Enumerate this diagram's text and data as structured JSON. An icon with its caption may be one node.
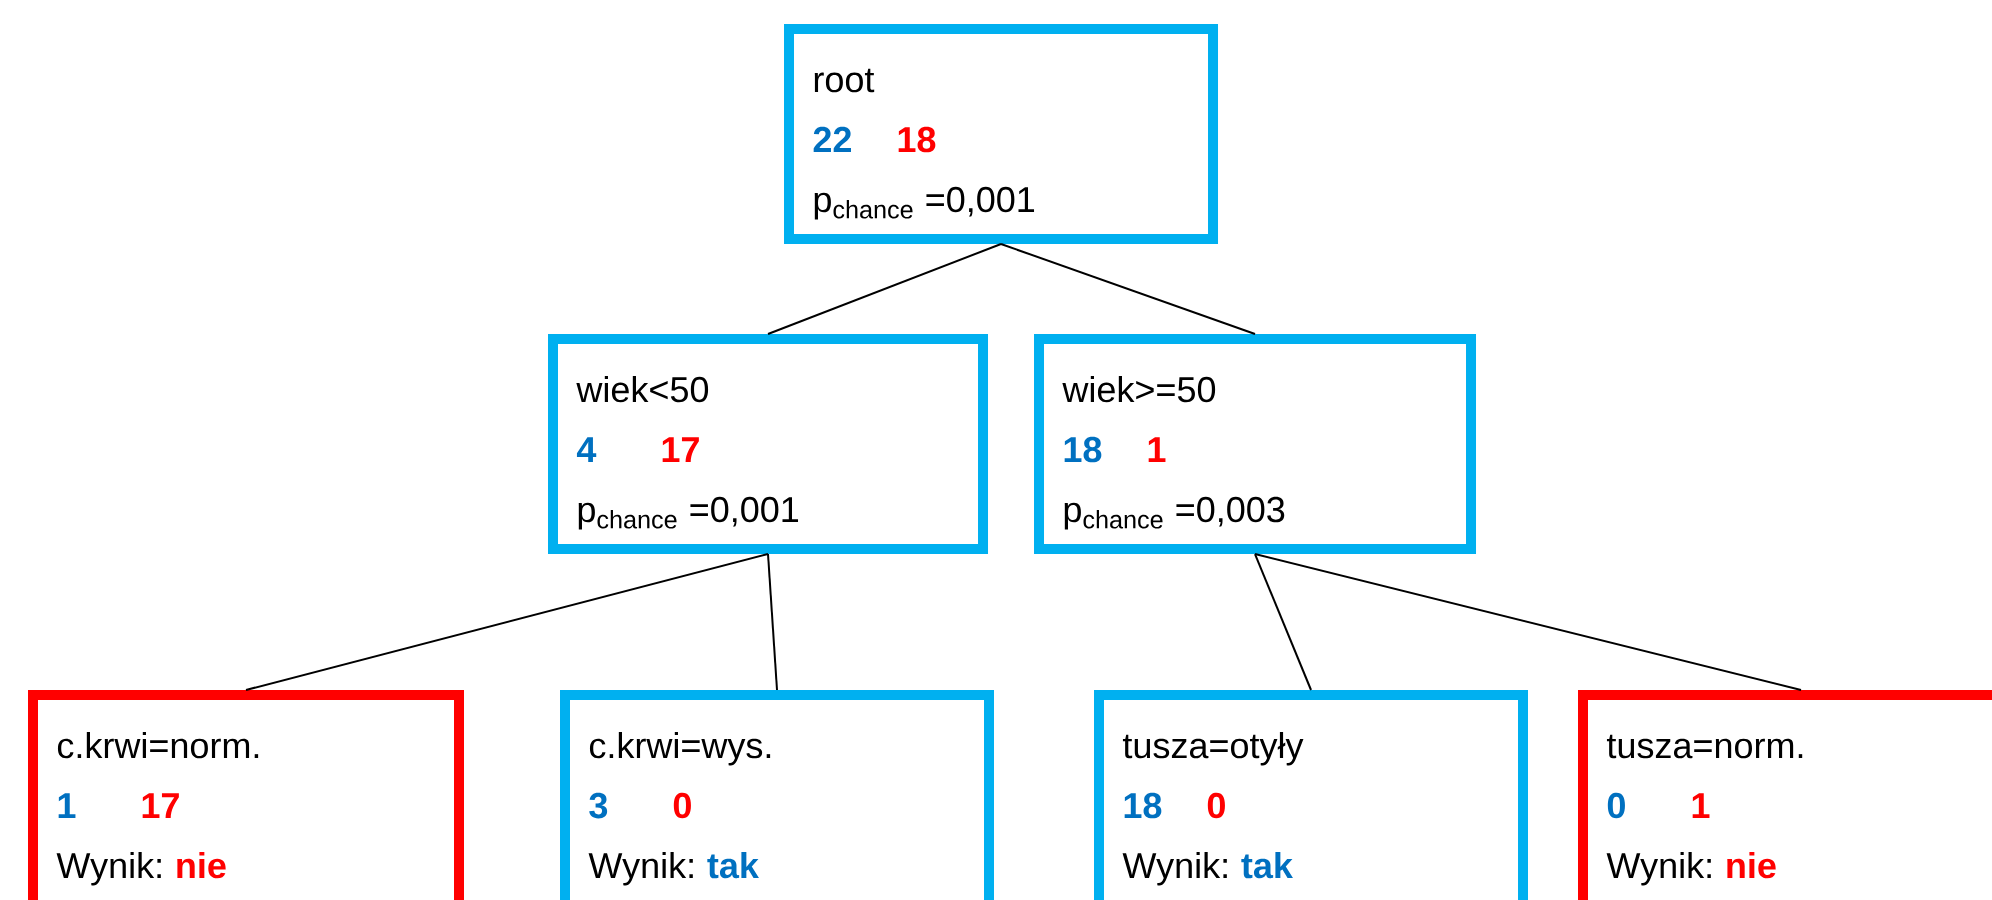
{
  "diagram": {
    "nodes": [
      {
        "text": [
          "root",
          "22",
          "18",
          "p$_{chance}$ =0,001"
        ]
      },
      {
        "text": [
          "wiek<50",
          "4",
          "17",
          "p$_{chance}$ =0,001"
        ]
      },
      {
        "text": [
          "wiek>=50",
          "18",
          "1",
          "p$_{chance}$ =0,003"
        ]
      },
      {
        "text": [
          "c.krwi=norm.",
          "1",
          "17",
          "Wynik:",
          "nie"
        ]
      },
      {
        "text": [
          "c.krwi=wys.",
          "3",
          "0",
          "Wynik:",
          "tak"
        ]
      },
      {
        "text": [
          "tusza=otyły",
          "18",
          "0",
          "Wynik:",
          "tak"
        ]
      },
      {
        "text": [
          "tusza=norm.",
          "0",
          "1",
          "Wynik:",
          "nie"
        ]
      }
    ],
    "edges": [
      {
        "from": 0,
        "to": 1,
        "arrow": "none"
      },
      {
        "from": 0,
        "to": 2,
        "arrow": "none"
      },
      {
        "from": 1,
        "to": 3,
        "arrow": "none"
      },
      {
        "from": 1,
        "to": 4,
        "arrow": "none"
      },
      {
        "from": 2,
        "to": 5,
        "arrow": "none"
      },
      {
        "from": 2,
        "to": 6,
        "arrow": "none"
      }
    ]
  }
}
